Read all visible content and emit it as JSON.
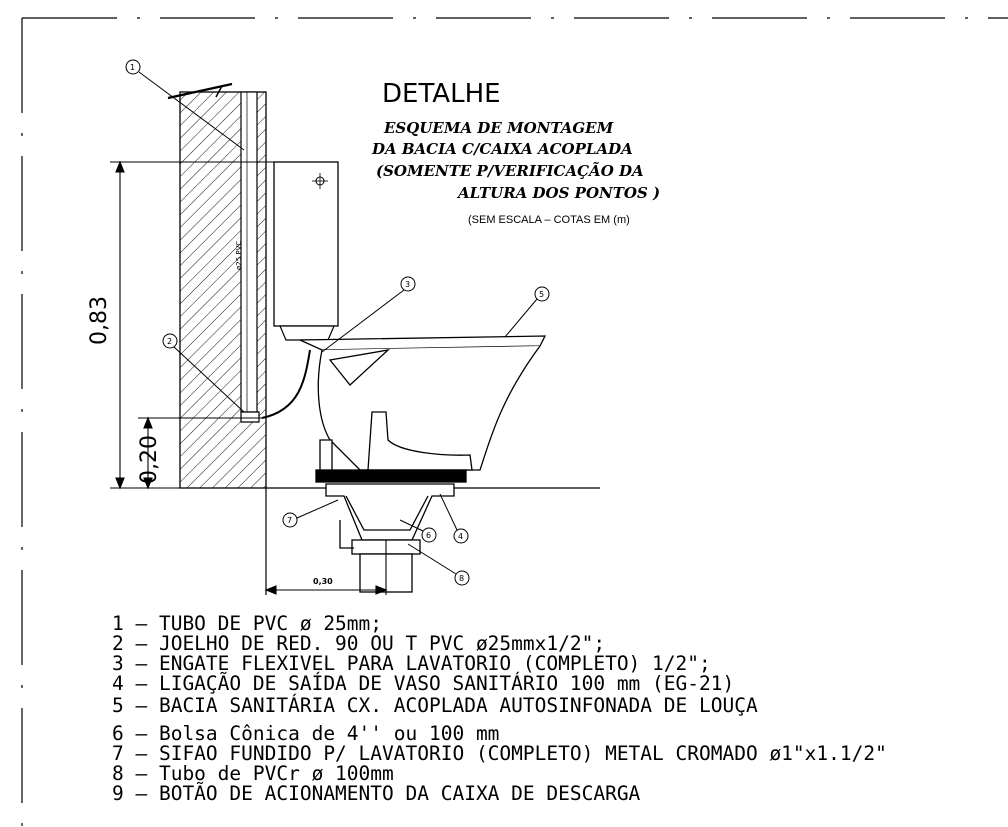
{
  "title": {
    "main": "DETALHE",
    "line1": "ESQUEMA DE MONTAGEM",
    "line2": "DA BACIA C/CAIXA ACOPLADA",
    "line3": "(SOMENTE P/VERIFICAÇÃO DA",
    "line4": "ALTURA DOS PONTOS )",
    "note": "(SEM ESCALA – COTAS EM (m)"
  },
  "dimensions": {
    "height_total": "0,83",
    "height_low": "0,20",
    "width_bottom": "0,30"
  },
  "pipe_label": "ø25 PVC",
  "callouts": [
    "1",
    "2",
    "3",
    "4",
    "5",
    "6",
    "7",
    "8"
  ],
  "legend": [
    "1 – TUBO DE PVC ø 25mm;",
    "2 – JOELHO DE RED. 90 OU T PVC ø25mmx1/2\";",
    "3 – ENGATE FLEXIVEL PARA LAVATORIO (COMPLETO) 1/2\";",
    "4 – LIGAÇÃO DE SAÍDA DE VASO SANITÁRIO 100 mm (EG-21)",
    "5 – BACIA SANITÁRIA  CX. ACOPLADA AUTOSINFONADA  DE LOUÇA",
    "6 – Bolsa Cônica de 4'' ou 100 mm",
    "7 – SIFAO FUNDIDO P/ LAVATORIO (COMPLETO) METAL CROMADO ø1\"x1.1/2\"",
    "8 – Tubo de PVCr  ø 100mm",
    "9 – BOTÃO DE ACIONAMENTO DA CAIXA DE DESCARGA"
  ]
}
